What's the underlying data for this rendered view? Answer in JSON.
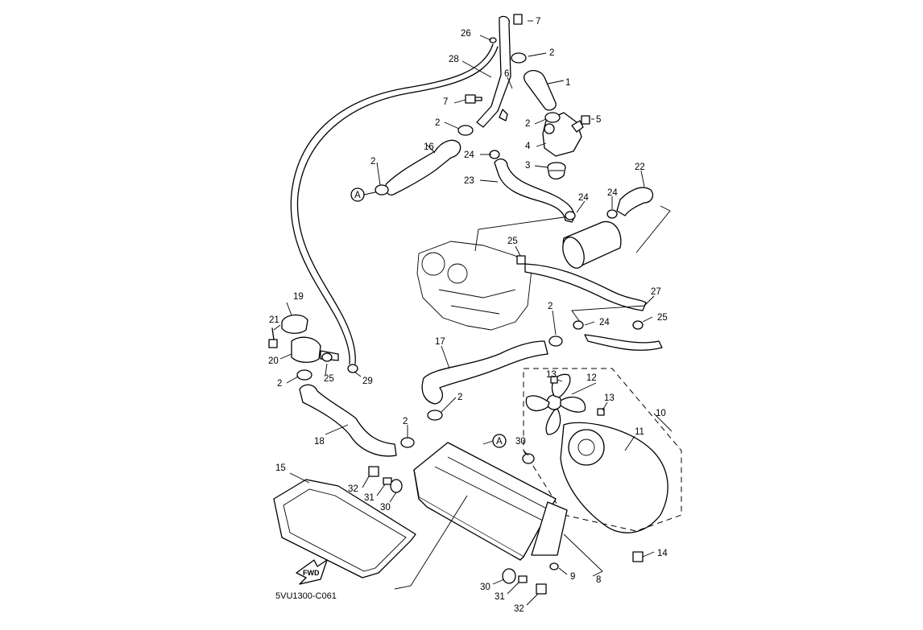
{
  "diagram": {
    "ref_code": "5VU1300-C061",
    "fwd_label": "FWD",
    "connector_label": "A",
    "callouts": {
      "p1": "1",
      "p2a": "2",
      "p2b": "2",
      "p2c": "2",
      "p2d": "2",
      "p2e": "2",
      "p2f": "2",
      "p2g": "2",
      "p2h": "2",
      "p3": "3",
      "p4": "4",
      "p5": "5",
      "p6": "6",
      "p7a": "7",
      "p7b": "7",
      "p8": "8",
      "p9": "9",
      "p10": "10",
      "p11": "11",
      "p12": "12",
      "p13a": "13",
      "p13b": "13",
      "p14": "14",
      "p15": "15",
      "p16": "16",
      "p17": "17",
      "p18": "18",
      "p19": "19",
      "p20": "20",
      "p21": "21",
      "p22": "22",
      "p23": "23",
      "p24a": "24",
      "p24b": "24",
      "p24c": "24",
      "p24d": "24",
      "p25a": "25",
      "p25b": "25",
      "p25c": "25",
      "p26": "26",
      "p27": "27",
      "p28": "28",
      "p29": "29",
      "p30a": "30",
      "p30b": "30",
      "p30c": "30",
      "p31a": "31",
      "p31b": "31",
      "p32a": "32",
      "p32b": "32"
    }
  }
}
